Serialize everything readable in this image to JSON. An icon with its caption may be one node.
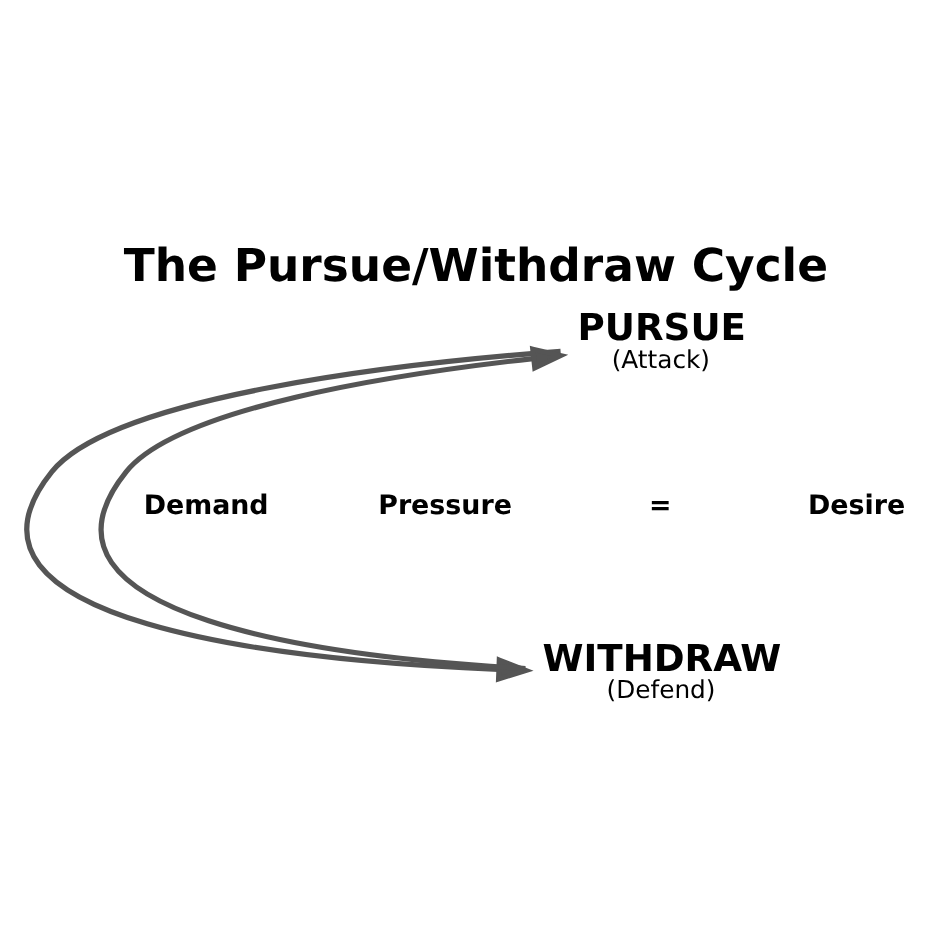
{
  "diagram": {
    "title": "The Pursue/Withdraw Cycle",
    "nodes": [
      {
        "text": [
          "PURSUE",
          "(Attack)"
        ]
      },
      {
        "text": [
          "WITHDRAW",
          "(Defend)"
        ]
      }
    ],
    "edges": [
      {
        "from": 1,
        "to": 0,
        "arrow": "to"
      },
      {
        "from": 0,
        "to": 1,
        "arrow": "to"
      }
    ],
    "labels": [
      "Demand",
      "Pressure",
      "=",
      "Desire"
    ]
  }
}
